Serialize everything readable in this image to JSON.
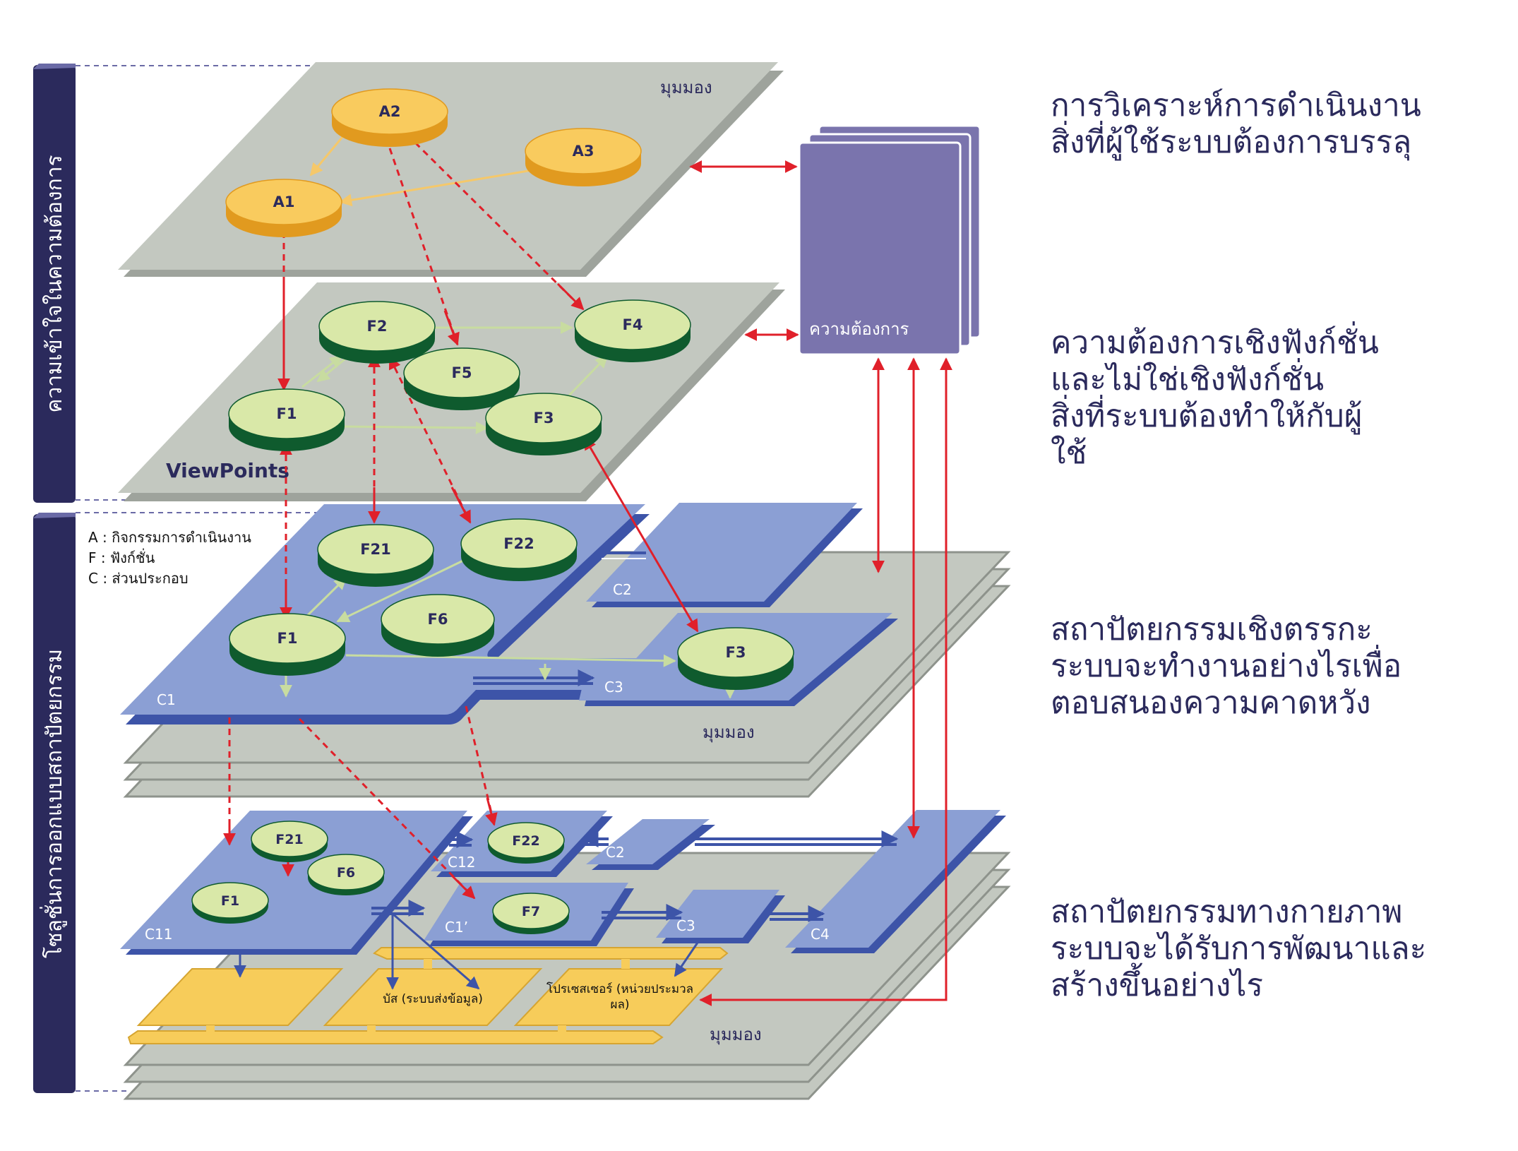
{
  "side_labels": {
    "understanding": "ความเข้าใจในความต้องการ",
    "design_solution": "โซลูชั่นการออกแบบสถาปัตยกรรม"
  },
  "legend": {
    "a": "A : กิจกรรมการดำเนินงาน",
    "f": "F : ฟังก์ชั่น",
    "c": "C : ส่วนประกอบ"
  },
  "planes": {
    "top_caption": "มุมมอง",
    "viewpoints": "ViewPoints",
    "logical_caption": "มุมมอง",
    "physical_caption": "มุมมอง"
  },
  "requirements_card": "ความต้องการ",
  "activities": [
    "A1",
    "A2",
    "A3"
  ],
  "functions_top": [
    "F1",
    "F2",
    "F3",
    "F4",
    "F5"
  ],
  "logical": {
    "functions": [
      "F1",
      "F21",
      "F22",
      "F6",
      "F3"
    ],
    "components": [
      "C1",
      "C2",
      "C3"
    ]
  },
  "physical": {
    "functions": [
      "F1",
      "F21",
      "F6",
      "F22",
      "F7"
    ],
    "components": [
      "C11",
      "C12",
      "C1’",
      "C2",
      "C3",
      "C4"
    ],
    "bus": "บัส (ระบบส่งข้อมูล)",
    "processor_line1": "โปรเซสเซอร์ (หน่วยประมวล",
    "processor_line2": "ผล)"
  },
  "headings": {
    "operational": [
      "การวิเคราะห์การดำเนินงาน",
      "สิ่งที่ผู้ใช้ระบบต้องการบรรลุ"
    ],
    "functional": [
      "ความต้องการเชิงฟังก์ชั่น",
      "และไม่ใช่เชิงฟังก์ชั่น",
      "สิ่งที่ระบบต้องทำให้กับผู้",
      "ใช้"
    ],
    "logical": [
      "สถาปัตยกรรมเชิงตรรกะ",
      "ระบบจะทำงานอย่างไรเพื่อ",
      "ตอบสนองความคาดหวัง"
    ],
    "physical": [
      "สถาปัตยกรรมทางกายภาพ",
      "ระบบจะได้รับการพัฒนาและ",
      "สร้างขึ้นอย่างไร"
    ]
  },
  "colors": {
    "navy": "#2b2a5c",
    "plane_gray": "#c3c8c0",
    "activity_yellow": "#f9cb5e",
    "activity_side": "#e19a1f",
    "function_green": "#d9e8a8",
    "function_side": "#0f5b2e",
    "component_blue": "#8b9fd4",
    "requirement_purple": "#7a74ad",
    "hardware_yellow": "#f7cc5a",
    "arrow_red": "#e0202a"
  }
}
